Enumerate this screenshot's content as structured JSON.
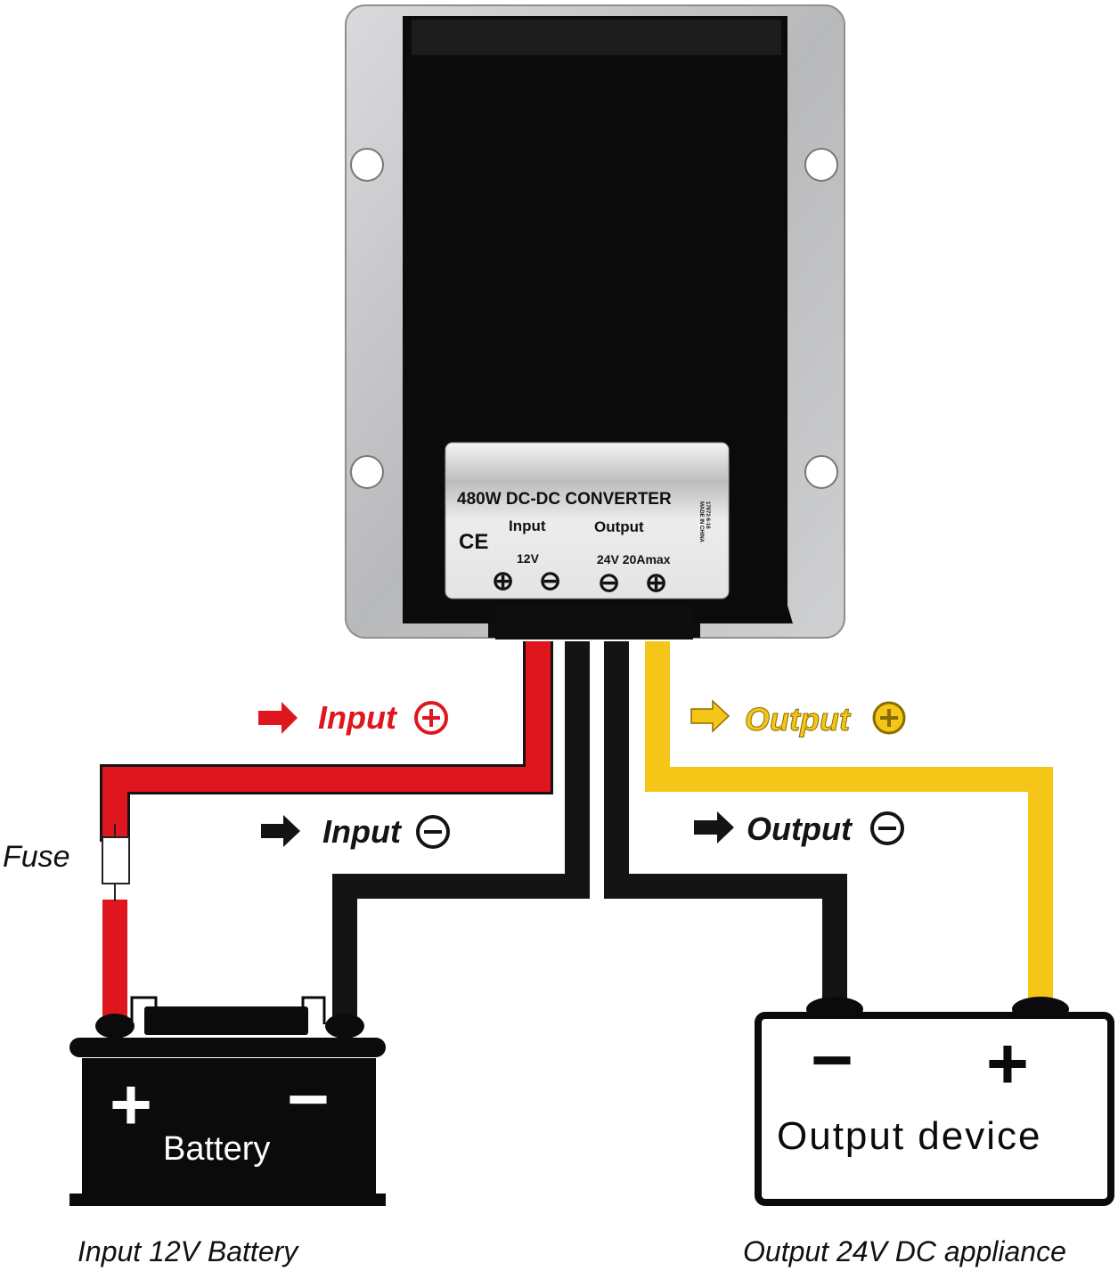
{
  "converter": {
    "title": "480W DC-DC CONVERTER",
    "input_label": "Input",
    "output_label": "Output",
    "ce_mark": "CE",
    "input_voltage": "12V",
    "output_rating": "24V 20Amax",
    "side_text_1": "17872-6-16",
    "side_text_2": "MADE IN CHINA",
    "terminals": [
      "⊕",
      "⊖",
      "⊖",
      "⊕"
    ]
  },
  "wire_labels": {
    "input_plus": "Input",
    "input_minus": "Input",
    "output_plus": "Output",
    "output_minus": "Output"
  },
  "fuse_label": "Fuse",
  "battery": {
    "label": "Battery",
    "plus": "+",
    "minus": "−"
  },
  "output_device": {
    "label": "Output device",
    "plus": "+",
    "minus": "−"
  },
  "captions": {
    "left": "Input 12V Battery",
    "right": "Output 24V DC appliance"
  },
  "colors": {
    "red_wire": "#e0161f",
    "black_wire": "#141414",
    "yellow_wire": "#f5c518",
    "housing": "#c8c9cb",
    "body": "#0b0b0b",
    "sticker": "#e6e7e8"
  }
}
